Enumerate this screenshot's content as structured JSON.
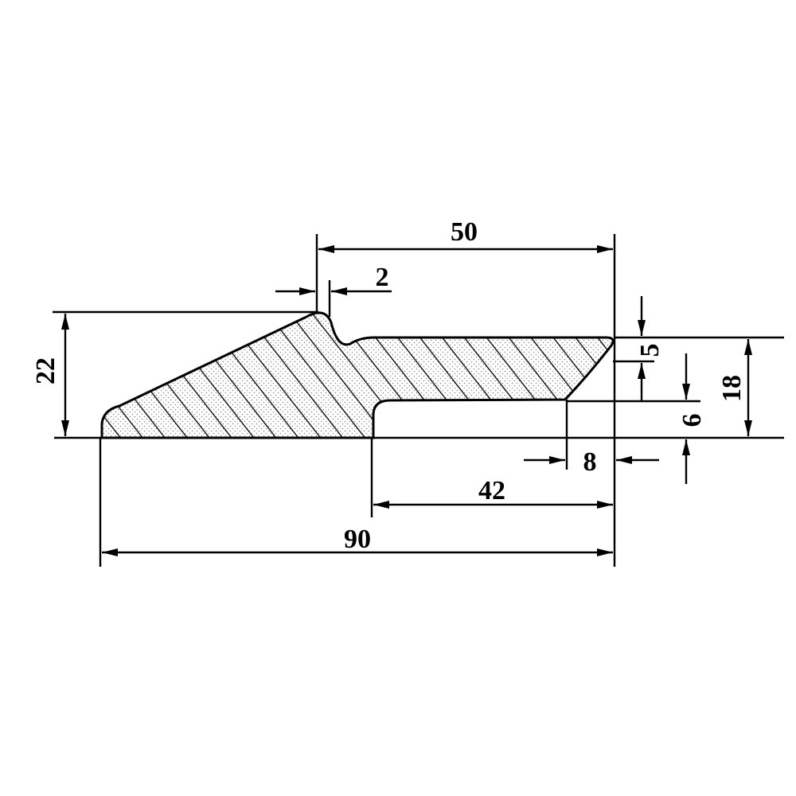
{
  "colors": {
    "ink": "#000000",
    "paper": "#ffffff",
    "stipple": "#8a8a8a"
  },
  "dimensions": {
    "total_width": "90",
    "upper_width": "50",
    "groove_offset": "2",
    "lower_width": "42",
    "lip_offset": "8",
    "total_height": "22",
    "right_height": "18",
    "chamfer_height": "5",
    "lip_height": "6"
  }
}
